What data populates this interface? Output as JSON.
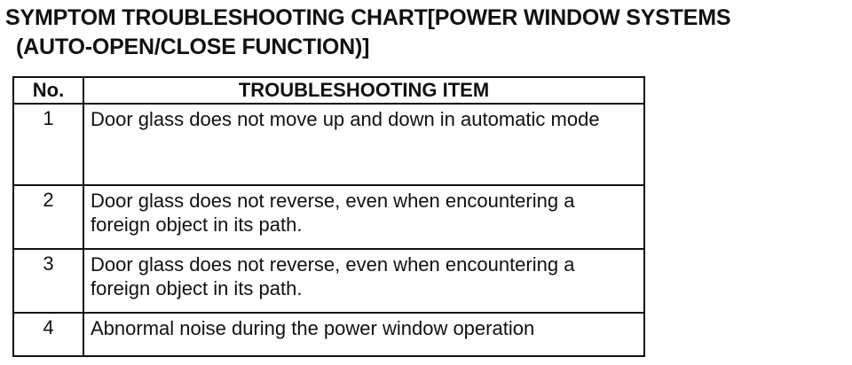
{
  "title": {
    "line1": "SYMPTOM TROUBLESHOOTING CHART[POWER WINDOW SYSTEMS",
    "line2": "(AUTO-OPEN/CLOSE FUNCTION)]"
  },
  "table": {
    "headers": {
      "no": "No.",
      "item": "TROUBLESHOOTING ITEM"
    },
    "rows": [
      {
        "no": "1",
        "item": "Door glass does not move up and down in automatic mode"
      },
      {
        "no": "2",
        "item": "Door glass does not reverse, even when encountering a foreign object in its path."
      },
      {
        "no": "3",
        "item": "Door glass does not reverse, even when encountering a foreign object in its path."
      },
      {
        "no": "4",
        "item": "Abnormal noise during the power window operation"
      }
    ]
  }
}
